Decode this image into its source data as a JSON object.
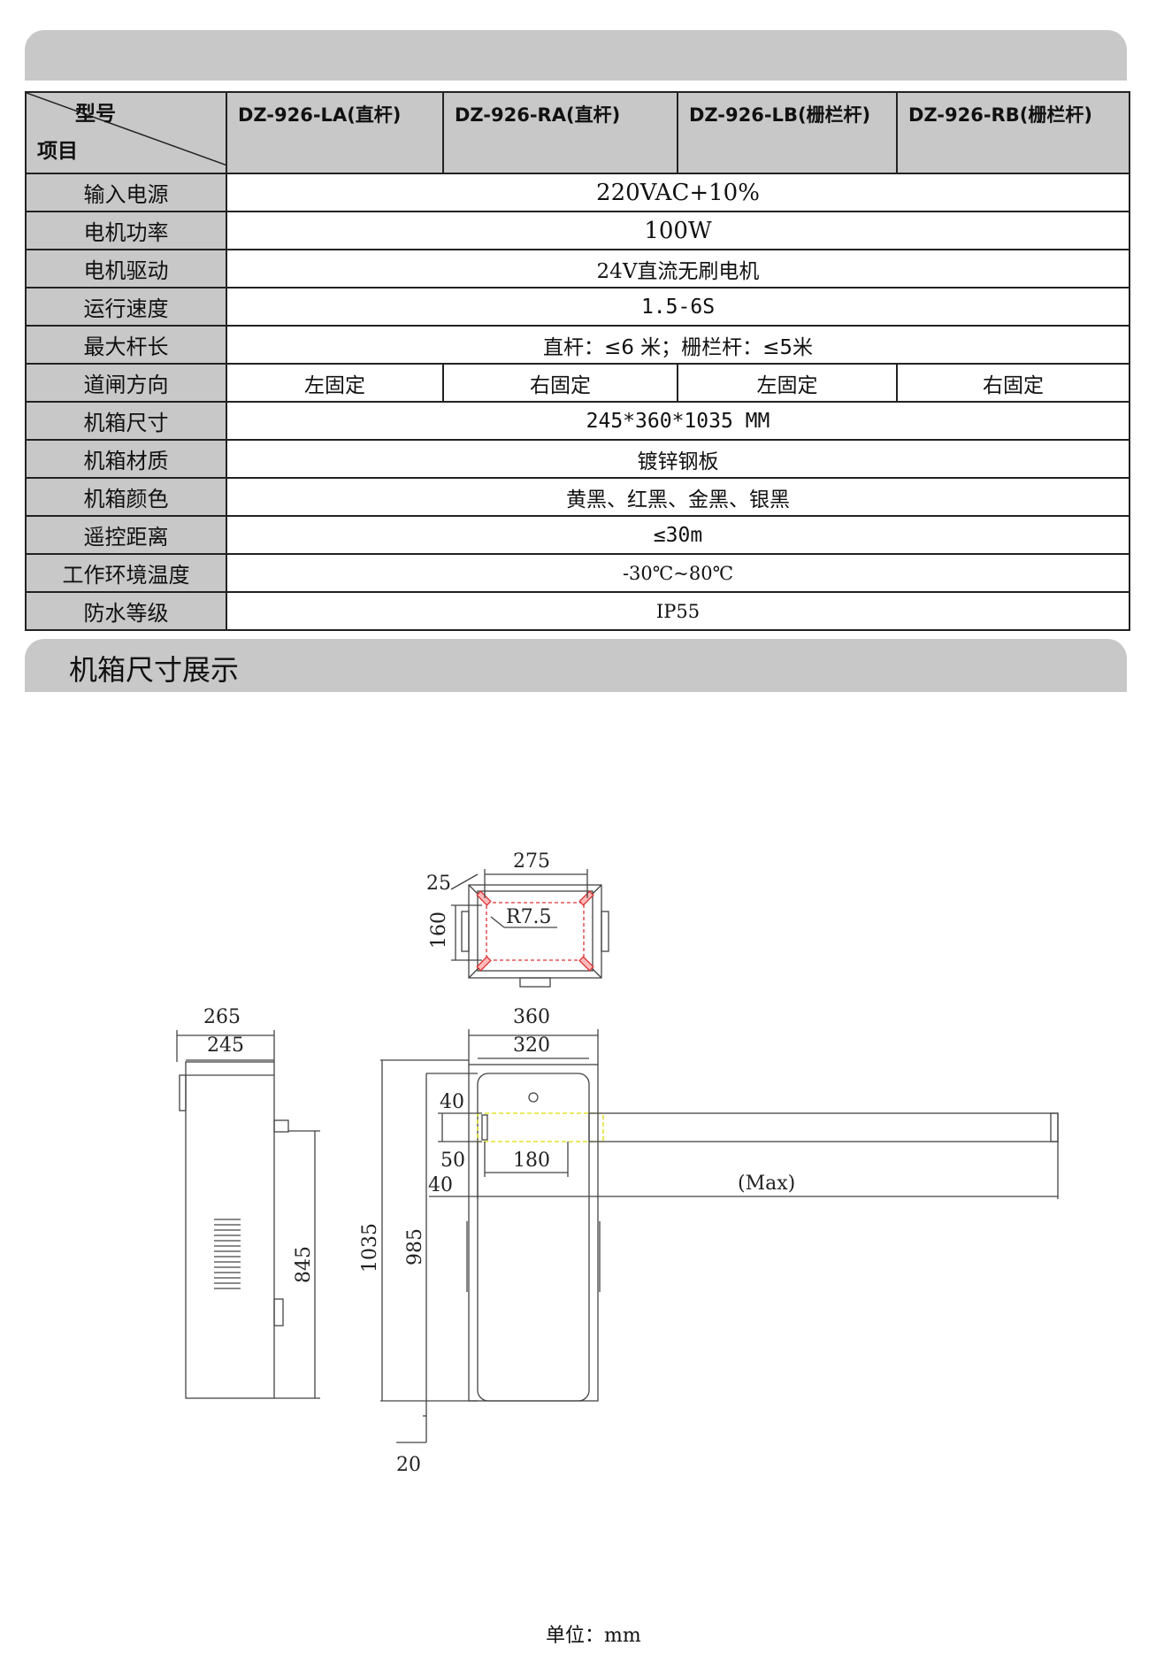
{
  "section_title": "机箱尺寸展示",
  "table": {
    "corner_top": "型号",
    "corner_bottom": "项目",
    "models": [
      "DZ-926-LA(直杆)",
      "DZ-926-RA(直杆)",
      "DZ-926-LB(栅栏杆)",
      "DZ-926-RB(栅栏杆)"
    ],
    "rows": [
      {
        "label": "输入电源",
        "value": "220VAC+10%"
      },
      {
        "label": "电机功率",
        "value": "100W"
      },
      {
        "label": "电机驱动",
        "value": "24V直流无刷电机"
      },
      {
        "label": "运行速度",
        "value": "1.5-6S"
      },
      {
        "label": "最大杆长",
        "value": "直杆：≤6 米；栅栏杆：≤5米"
      },
      {
        "label": "道闸方向",
        "values": [
          "左固定",
          "右固定",
          "左固定",
          "右固定"
        ]
      },
      {
        "label": "机箱尺寸",
        "value": "245*360*1035 MM"
      },
      {
        "label": "机箱材质",
        "value": "镀锌钢板"
      },
      {
        "label": "机箱颜色",
        "value": "黄黑、红黑、金黑、银黑"
      },
      {
        "label": "遥控距离",
        "value": "≤30m"
      },
      {
        "label": "工作环境温度",
        "value": "-30℃~80℃"
      },
      {
        "label": "防水等级",
        "value": "IP55"
      }
    ]
  },
  "drawing": {
    "top_view": {
      "d275": "275",
      "d25": "25",
      "d160": "160",
      "r75": "R7.5"
    },
    "side_view": {
      "d265": "265",
      "d245": "245",
      "d845": "845"
    },
    "front_view": {
      "d360": "360",
      "d320": "320",
      "d40a": "40",
      "d50": "50",
      "d180": "180",
      "d40b": "40",
      "max": "(Max)",
      "d1035": "1035",
      "d985": "985",
      "d20": "20"
    }
  },
  "unit_label": "单位：",
  "unit_value": "mm"
}
